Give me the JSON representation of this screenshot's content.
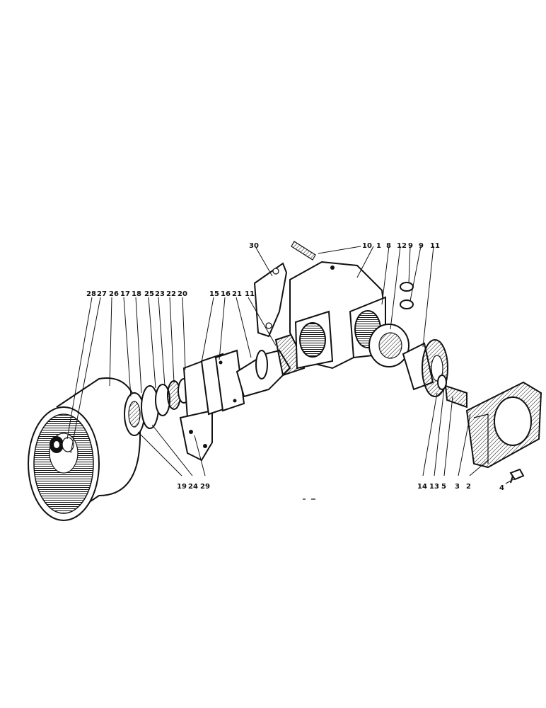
{
  "diagram": {
    "top_labels": {
      "l30": "30",
      "l10a": "10",
      "l1": "1",
      "l8": "8",
      "l12": "12",
      "l9a": "9",
      "l9b": "9",
      "l11a": "11",
      "l28": "28",
      "l27": "27",
      "l26": "26",
      "l17": "17",
      "l18": "18",
      "l25": "25",
      "l23": "23",
      "l22": "22",
      "l20": "20",
      "l15": "15",
      "l16": "16",
      "l21": "21",
      "l11b": "11"
    },
    "bottom_labels": {
      "l19": "19",
      "l24": "24",
      "l29": "29",
      "l14": "14",
      "l13": "13",
      "l5": "5",
      "l3": "3",
      "l2": "2",
      "l4": "4"
    }
  }
}
